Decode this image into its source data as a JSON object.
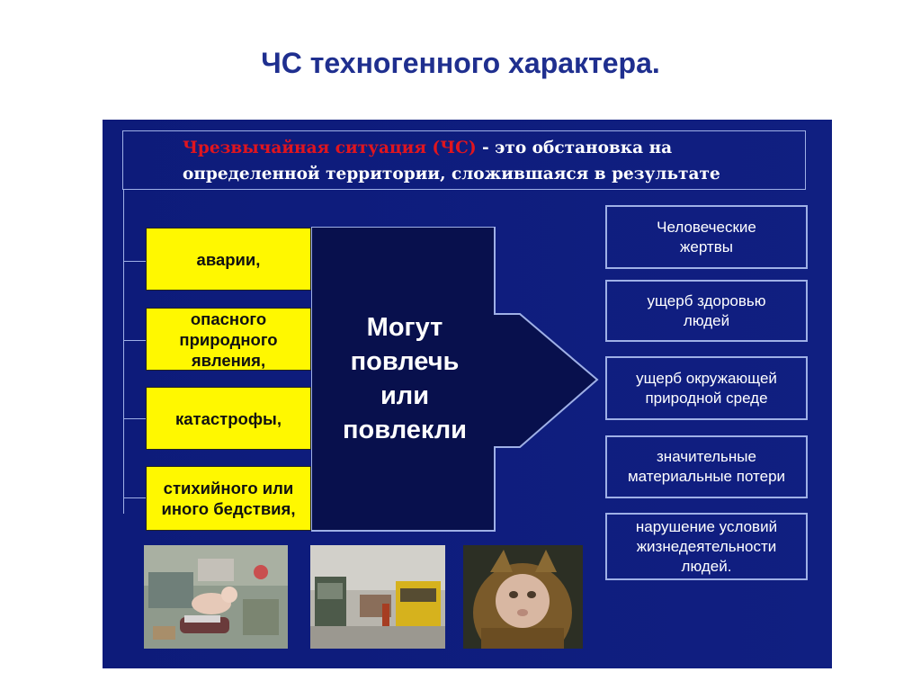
{
  "title": "ЧС техногенного характера.",
  "definition": {
    "term": "Чрезвычайная ситуация (ЧС)",
    "line1_rest": " - это обстановка на",
    "line2": "определенной территории, сложившаяся в результате"
  },
  "causes": [
    "аварии,",
    "опасного природного явления,",
    "катастрофы,",
    "стихийного или иного бедствия,"
  ],
  "center_label": [
    "Могут",
    "повлечь",
    "или",
    "повлекли"
  ],
  "consequences": [
    "Человеческие жертвы",
    "ущерб здоровью людей",
    "ущерб окружающей природной среде",
    "значительные материальные потери",
    "нарушение условий жизнедеятельности людей."
  ],
  "photos": [
    "debris-with-doll-photo",
    "buses-in-smoke-photo",
    "cat-in-hood-photo"
  ],
  "colors": {
    "panel": "#0d1b7a",
    "cause_fill": "#fff800",
    "term": "#e0151e",
    "title": "#1f2f8f"
  }
}
